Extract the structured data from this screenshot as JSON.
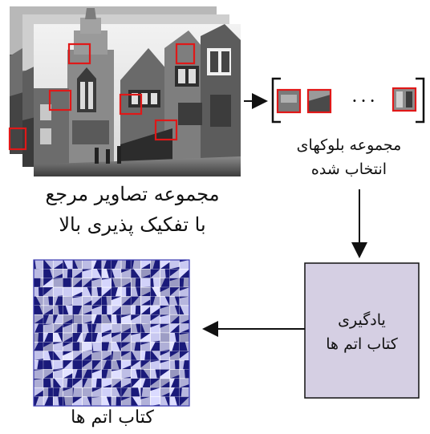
{
  "reference_images": {
    "label_line1": "مجموعه تصاویر مرجع",
    "label_line2": "با تفکیک پذیری بالا"
  },
  "selected_blocks": {
    "ellipsis": ". . .",
    "label_line1": "مجموعه بلوکهای",
    "label_line2": "انتخاب شده"
  },
  "learning_box": {
    "label_line1": "یادگیری",
    "label_line2": "کتاب اتم ها",
    "fill_color": "#d5cfe3"
  },
  "dictionary": {
    "label": "کتاب اتم ها",
    "atom_color": "#1a1a7a",
    "border_color": "#3a3ab0"
  },
  "colors": {
    "highlight": "#e01818",
    "arrow": "#111111"
  }
}
